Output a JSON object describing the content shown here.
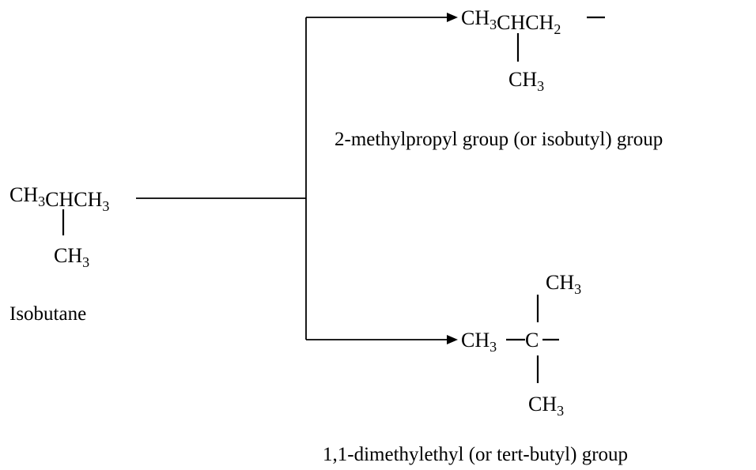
{
  "reactant": {
    "formula_main": [
      {
        "t": "CH"
      },
      {
        "s": "3"
      },
      {
        "t": "CHCH"
      },
      {
        "s": "3"
      }
    ],
    "branch": [
      {
        "t": "CH"
      },
      {
        "s": "3"
      }
    ],
    "name": "Isobutane"
  },
  "product_top": {
    "formula_main": [
      {
        "t": "CH"
      },
      {
        "s": "3"
      },
      {
        "t": "CHCH"
      },
      {
        "s": "2"
      }
    ],
    "branch": [
      {
        "t": "CH"
      },
      {
        "s": "3"
      }
    ],
    "name": "2-methylpropyl group (or isobutyl) group"
  },
  "product_bottom": {
    "left": [
      {
        "t": "CH"
      },
      {
        "s": "3"
      }
    ],
    "center": [
      {
        "t": "C"
      }
    ],
    "upper_branch": [
      {
        "t": "CH"
      },
      {
        "s": "3"
      }
    ],
    "lower_branch": [
      {
        "t": "CH"
      },
      {
        "s": "3"
      }
    ],
    "name": "1,1-dimethylethyl (or tert-butyl) group"
  }
}
